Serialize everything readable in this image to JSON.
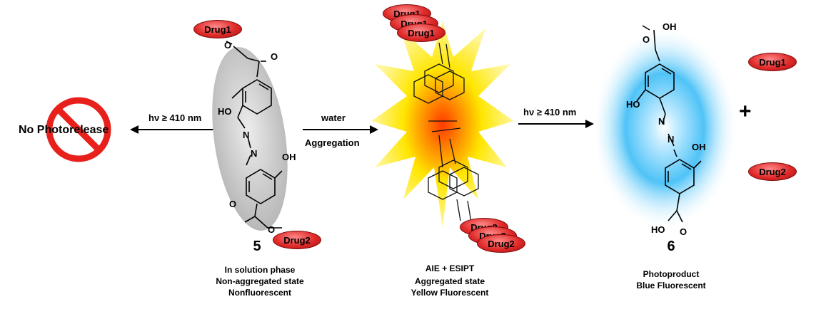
{
  "left": {
    "title": "No Photorelease",
    "arrow_label": "hν ≥ 410 nm"
  },
  "compound5": {
    "drug_top": "Drug1",
    "drug_bottom": "Drug2",
    "oh_top": "HO",
    "oh_bottom": "OH",
    "n1": "N",
    "n2": "N",
    "o_labels": [
      "O",
      "O",
      "O",
      "O"
    ],
    "number": "5",
    "caption": [
      "In solution phase",
      "Non-aggregated state",
      "Nonfluorescent"
    ]
  },
  "arrow_water": {
    "label_top": "water",
    "label_bottom": "Aggregation"
  },
  "aggregate": {
    "drugs_top": [
      "Drug1",
      "Drug1",
      "Drug1"
    ],
    "drugs_bottom": [
      "Drug2",
      "Drug2",
      "Drug2"
    ],
    "caption": [
      "AIE + ESIPT",
      "Aggregated state",
      "Yellow Fluorescent"
    ]
  },
  "arrow_light": {
    "label": "hν ≥ 410 nm"
  },
  "compound6": {
    "cooh_top": "OH",
    "o_top": "O",
    "oh_left": "HO",
    "oh_right": "OH",
    "n1": "N",
    "n2": "N",
    "cooh_bottom": "HO",
    "o_bottom": "O",
    "number": "6",
    "caption": [
      "Photoproduct",
      "Blue Fluorescent"
    ]
  },
  "products": {
    "plus": "+",
    "drug1": "Drug1",
    "drug2": "Drug2"
  },
  "colors": {
    "drug_fill": "#e02a2a",
    "yellow_glow": "#ffe600",
    "orange_core": "#ff5a00",
    "blue_glow": "#4fc3f7",
    "gray_oval": "#cfcfcf",
    "no_sign": "#e8201c"
  }
}
